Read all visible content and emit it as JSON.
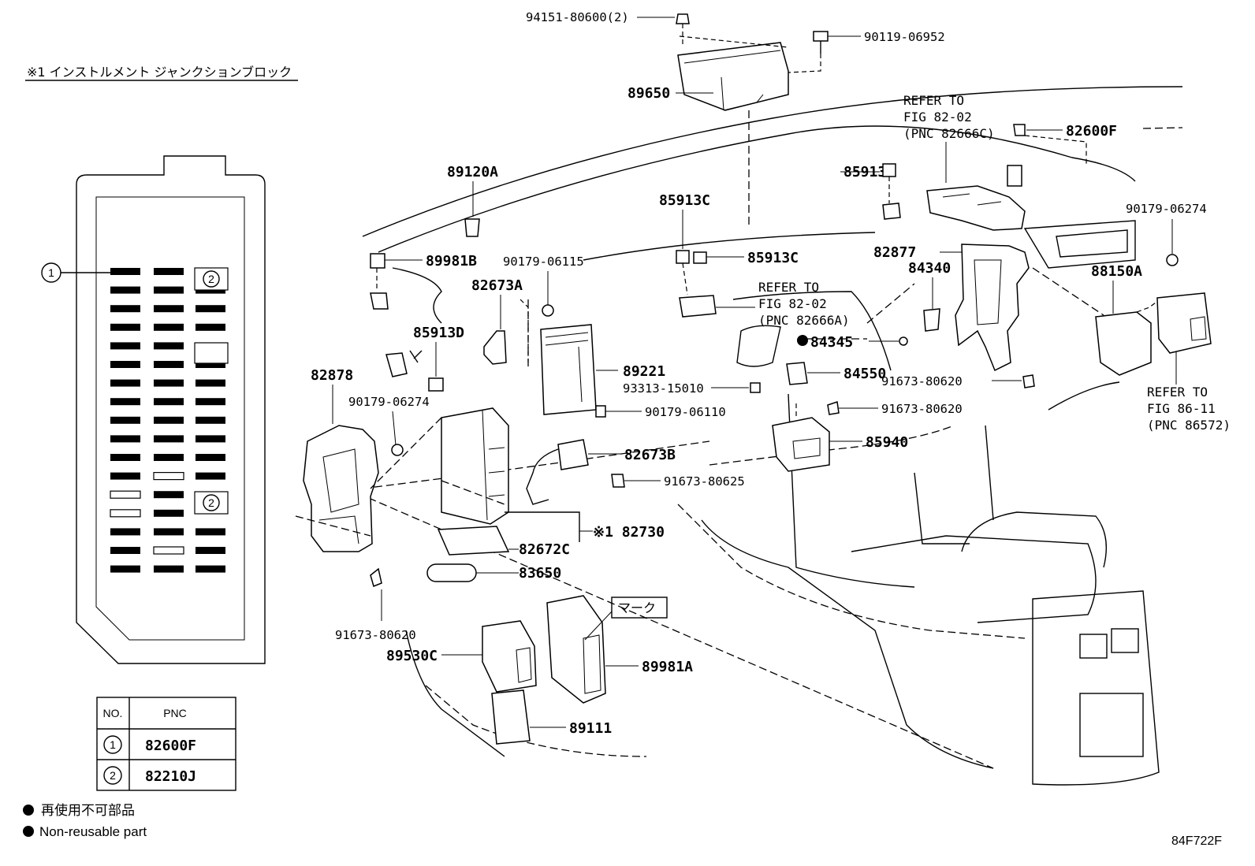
{
  "header": {
    "junction_block_note": "※1 インストルメント ジャンクションブロック"
  },
  "parts": {
    "p94151": "94151-80600(2)",
    "p90119": "90119-06952",
    "p89650": "89650",
    "p82600F": "82600F",
    "p89120A": "89120A",
    "p85913D_a": "85913D",
    "p85913C_a": "85913C",
    "p85913C_b": "85913C",
    "p89981B": "89981B",
    "p90179_06115": "90179-06115",
    "p82673A": "82673A",
    "p85913D_b": "85913D",
    "p82878": "82878",
    "p90179_06274_a": "90179-06274",
    "p89221": "89221",
    "p93313": "93313-15010",
    "p90179_06110": "90179-06110",
    "p82673B": "82673B",
    "p91673_80625": "91673-80625",
    "p82730": "※1 82730",
    "p82672C": "82672C",
    "p83650": "83650",
    "p91673_80620_a": "91673-80620",
    "p89530C": "89530C",
    "p89981A": "89981A",
    "p89111": "89111",
    "p82877": "82877",
    "p84340": "84340",
    "p84345": "84345",
    "p84550": "84550",
    "p91673_80620_b": "91673-80620",
    "p91673_80620_c": "91673-80620",
    "p85940": "85940",
    "p88150A": "88150A",
    "p90179_06274_b": "90179-06274",
    "mark_label": "マーク"
  },
  "refs": {
    "ref1": [
      "REFER TO",
      "FIG 82-02",
      "(PNC 82666C)"
    ],
    "ref2": [
      "REFER TO",
      "FIG 82-02",
      "(PNC 82666A)"
    ],
    "ref3": [
      "REFER TO",
      "FIG 86-11",
      "(PNC 86572)"
    ]
  },
  "fuse_block": {
    "callout_1": "1",
    "callout_2a": "2",
    "callout_2b": "2"
  },
  "pnc_table": {
    "headers": [
      "NO.",
      "PNC"
    ],
    "rows": [
      {
        "no": "1",
        "pnc": "82600F"
      },
      {
        "no": "2",
        "pnc": "82210J"
      }
    ]
  },
  "legend": {
    "jp": "再使用不可部品",
    "en": "Non-reusable part"
  },
  "figure_id": "84F722F"
}
